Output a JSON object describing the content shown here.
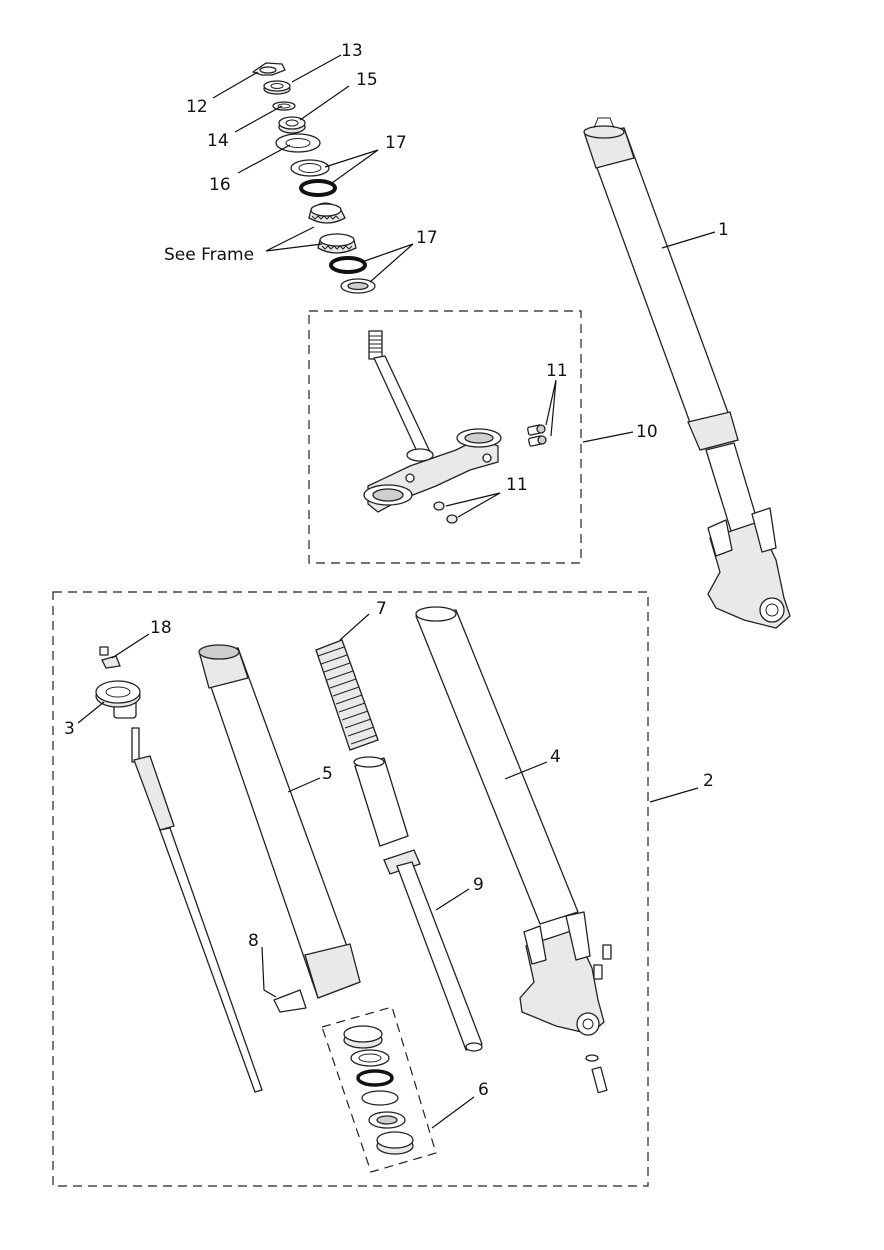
{
  "callouts": {
    "c1": "1",
    "c2": "2",
    "c3": "3",
    "c4": "4",
    "c5": "5",
    "c6": "6",
    "c7": "7",
    "c8": "8",
    "c9": "9",
    "c10": "10",
    "c11a": "11",
    "c11b": "11",
    "c12": "12",
    "c13": "13",
    "c14": "14",
    "c15": "15",
    "c16": "16",
    "c17a": "17",
    "c17b": "17",
    "c18": "18"
  },
  "see_frame": "See Frame"
}
